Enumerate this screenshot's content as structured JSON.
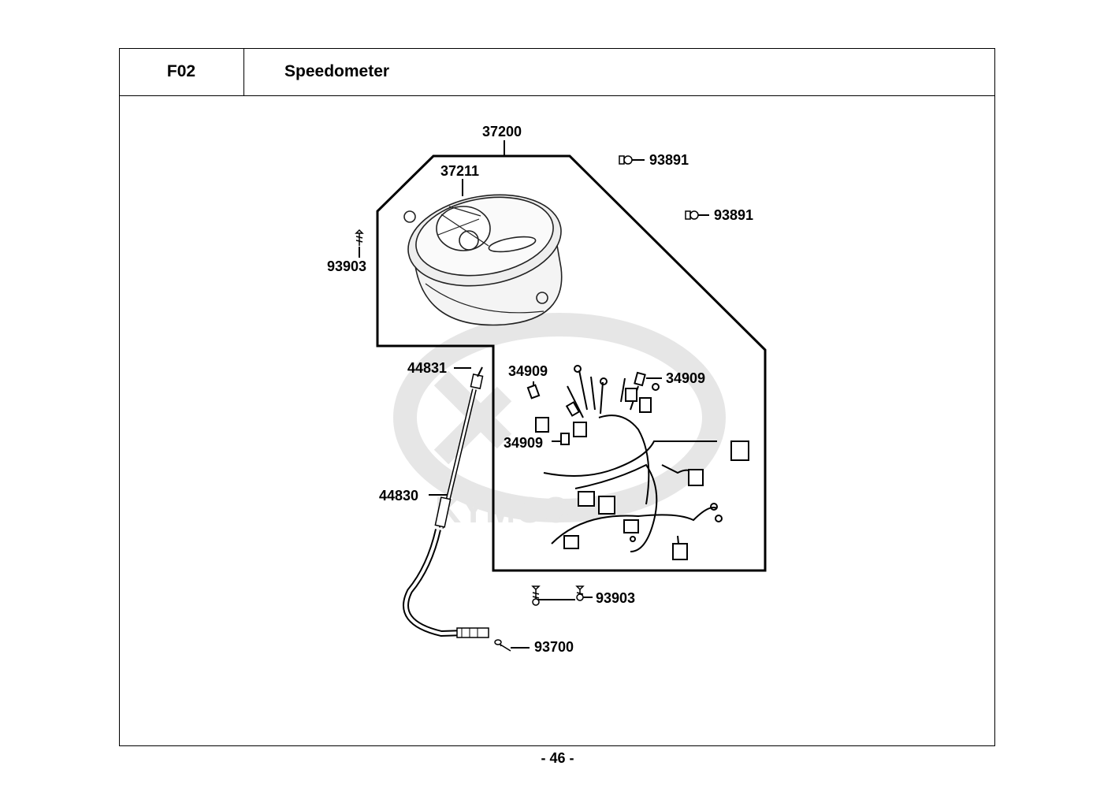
{
  "header": {
    "code": "F02",
    "title": "Speedometer"
  },
  "footer": {
    "page": "- 46 -"
  },
  "watermark": "KYMCO",
  "parts": [
    {
      "number": "37200"
    },
    {
      "number": "37211"
    },
    {
      "number": "93891"
    },
    {
      "number": "93891"
    },
    {
      "number": "93903"
    },
    {
      "number": "44831"
    },
    {
      "number": "34909"
    },
    {
      "number": "34909"
    },
    {
      "number": "34909"
    },
    {
      "number": "44830"
    },
    {
      "number": "93903"
    },
    {
      "number": "93700"
    }
  ]
}
